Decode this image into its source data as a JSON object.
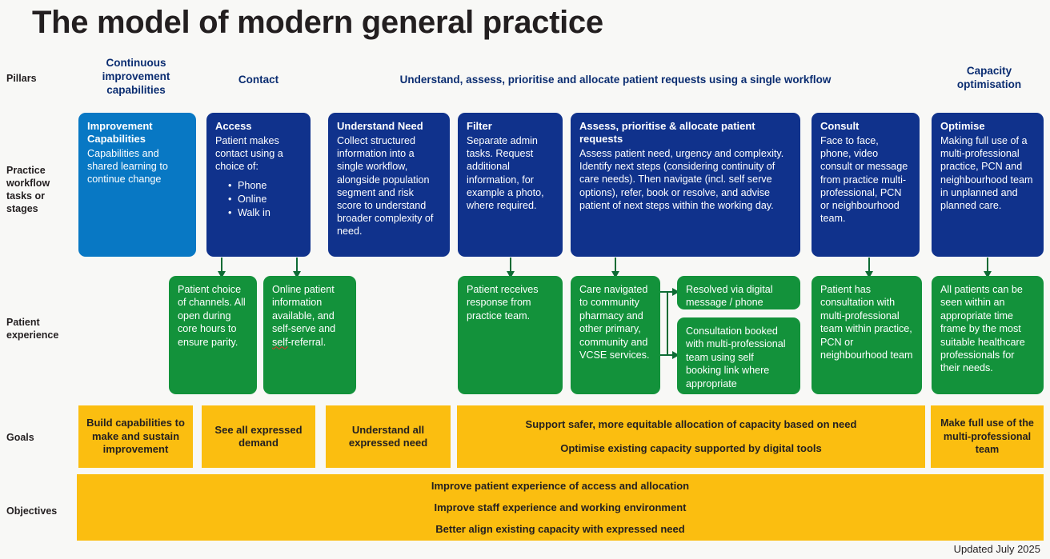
{
  "title": "The model of modern general practice",
  "footer": "Updated July 2025",
  "row_labels": {
    "pillars": "Pillars",
    "workflow": "Practice workflow tasks or stages",
    "patient_experience": "Patient experience",
    "goals": "Goals",
    "objectives": "Objectives"
  },
  "colors": {
    "navy": "#10328C",
    "blue": "#0878C4",
    "green": "#13923B",
    "amber": "#FBBE10",
    "pillar_text": "#0B2D71",
    "arrow": "#0E6B34",
    "background": "#F8F8F6"
  },
  "pillars": [
    {
      "label": "Continuous improvement capabilities"
    },
    {
      "label": "Contact"
    },
    {
      "label": "Understand, assess, prioritise and allocate patient requests using a single workflow"
    },
    {
      "label": "Capacity optimisation"
    }
  ],
  "workflow_boxes": [
    {
      "title": "Improvement Capabilities",
      "body": "Capabilities and shared learning to continue change",
      "bullets": [],
      "color": "blue"
    },
    {
      "title": "Access",
      "body": "Patient makes contact using a choice of:",
      "bullets": [
        "Phone",
        "Online",
        "Walk in"
      ],
      "color": "navy"
    },
    {
      "title": "Understand Need",
      "body": "Collect structured information into a single workflow, alongside population segment and risk score to understand broader complexity of need.",
      "bullets": [],
      "color": "navy"
    },
    {
      "title": "Filter",
      "body": "Separate admin tasks. Request additional information, for example a photo, where required.",
      "bullets": [],
      "color": "navy"
    },
    {
      "title": "Assess, prioritise & allocate patient requests",
      "body": "Assess patient need, urgency and complexity. Identify next steps (considering continuity of care needs). Then navigate (incl. self serve options), refer, book or resolve, and advise patient of next steps within the working day.",
      "bullets": [],
      "color": "navy"
    },
    {
      "title": "Consult",
      "body": "Face to face, phone, video consult or message from practice multi-professional, PCN or neighbourhood team.",
      "bullets": [],
      "color": "navy"
    },
    {
      "title": "Optimise",
      "body": "Making full use of a multi-professional practice, PCN and neighbourhood team in unplanned and planned care.",
      "bullets": [],
      "color": "navy"
    }
  ],
  "patient_experience_boxes": [
    {
      "body": "Patient choice of channels. All open during core hours to ensure parity."
    },
    {
      "body_pre": "Online patient information available, and self-serve and ",
      "body_marked": "self",
      "body_post": "-referral."
    },
    {
      "body": "Patient receives response from practice team."
    },
    {
      "body": "Care navigated to community pharmacy and other primary, community and VCSE services."
    },
    {
      "body": "Resolved via digital message / phone"
    },
    {
      "body": "Consultation booked with multi-professional team using self booking link where appropriate"
    },
    {
      "body": "Patient has consultation with multi-professional team within practice, PCN or neighbourhood team"
    },
    {
      "body": "All patients can be seen within an appropriate time frame by the most suitable healthcare professionals for their needs."
    }
  ],
  "goals": [
    {
      "label": "Build capabilities to make and sustain improvement"
    },
    {
      "label": "See all expressed demand"
    },
    {
      "label": "Understand all expressed need"
    },
    {
      "label": "Support safer, more equitable allocation of capacity based on need",
      "label2": "Optimise existing capacity supported by digital tools"
    },
    {
      "label": "Make full use of the multi-professional team"
    }
  ],
  "objectives": [
    "Improve patient experience of access and allocation",
    "Improve staff experience and working environment",
    "Better align existing capacity with expressed need"
  ]
}
